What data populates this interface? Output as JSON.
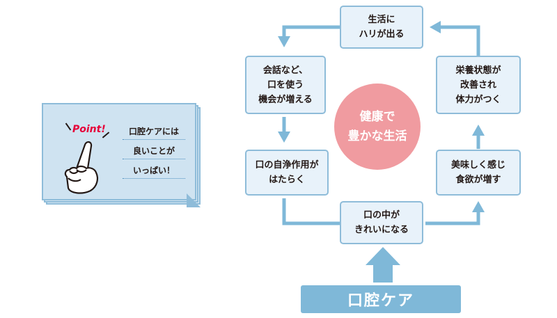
{
  "note": {
    "point_label": "Point!",
    "lines": [
      "口腔ケアには",
      "良いことが",
      "いっぱい！"
    ]
  },
  "cycle": {
    "top": [
      "生活に",
      "ハリが出る"
    ],
    "left_upper": [
      "会話など、",
      "口を使う",
      "機会が増える"
    ],
    "left_lower": [
      "口の自浄作用が",
      "はたらく"
    ],
    "bottom": [
      "口の中が",
      "きれいになる"
    ],
    "right_lower": [
      "美味しく感じ",
      "食欲が増す"
    ],
    "right_upper": [
      "栄養状態が",
      "改善され",
      "体力がつく"
    ]
  },
  "center": [
    "健康で",
    "豊かな生活"
  ],
  "banner": "口腔ケア",
  "colors": {
    "box_fill": "#e8f2fa",
    "box_border": "#8ebcd9",
    "arrow": "#7fb8d8",
    "circle": "#f09ba0",
    "point_text": "#e60039"
  }
}
